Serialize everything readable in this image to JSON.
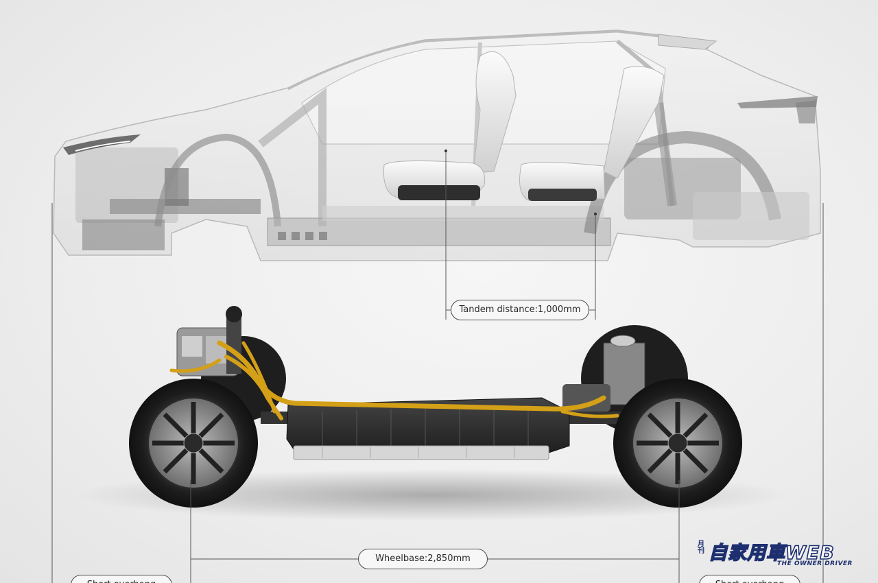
{
  "image": {
    "upper_subject": "translucent crossover SUV body showing seats and body frame",
    "lower_subject": "electric vehicle chassis platform with battery pack, wheels and orange high-voltage cables",
    "background_color": "#ececec"
  },
  "dimension_labels": {
    "tandem_distance": "Tandem distance:1,000mm",
    "wheelbase": "Wheelbase:2,850mm",
    "front_overhang": "Short overhang",
    "rear_overhang": "Short overhang"
  },
  "watermark": {
    "small_text": "月刊",
    "main_text": "自家用車WEB",
    "tagline": "THE OWNER DRIVER",
    "color": "#1d2f6f"
  },
  "colors": {
    "cable_orange": "#d4a017",
    "battery_black": "#2b2b2b",
    "dimension_line": "#555555"
  }
}
